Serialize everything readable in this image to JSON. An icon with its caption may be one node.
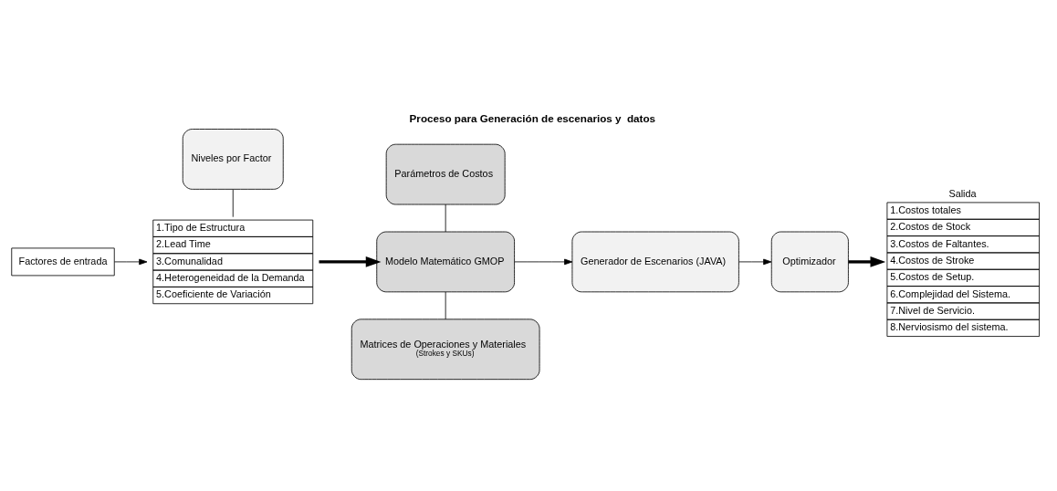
{
  "diagram": {
    "title": "Proceso para Generación de escenarios y  datos",
    "nodes": [
      {
        "text": [
          "Niveles por Factor"
        ]
      },
      {
        "text": [
          "Factores de entrada"
        ]
      },
      {
        "text": [
          "1.Tipo de Estructura",
          "2.Lead Time",
          "3.Comunalidad",
          "4.Heterogeneidad de la Demanda",
          "5.Coeficiente de Variación"
        ]
      },
      {
        "text": [
          "Parámetros de Costos"
        ]
      },
      {
        "text": [
          "Modelo Matemático GMOP"
        ]
      },
      {
        "text": [
          "Matrices de Operaciones y Materiales",
          "(Strokes y SKUs)"
        ]
      },
      {
        "text": [
          "Generador de Escenarios (JAVA)"
        ]
      },
      {
        "text": [
          "Optimizador"
        ]
      },
      {
        "text": [
          "Salida",
          "1.Costos totales",
          "2.Costos de Stock",
          "3.Costos de Faltantes.",
          "4.Costos de Stroke",
          "5.Costos de Setup.",
          "6.Complejidad del Sistema.",
          "7.Nivel de Servicio.",
          "8.Nerviosismo del sistema."
        ]
      }
    ],
    "edges": [
      {
        "from": 1,
        "to": 2,
        "arrow": "to"
      },
      {
        "from": 0,
        "to": 2,
        "arrow": "none"
      },
      {
        "from": 2,
        "to": 4,
        "arrow": "to",
        "style": "thick"
      },
      {
        "from": 3,
        "to": 4,
        "arrow": "none"
      },
      {
        "from": 4,
        "to": 5,
        "arrow": "none"
      },
      {
        "from": 4,
        "to": 6,
        "arrow": "to"
      },
      {
        "from": 6,
        "to": 7,
        "arrow": "to"
      },
      {
        "from": 7,
        "to": 8,
        "arrow": "to",
        "style": "thick"
      }
    ]
  }
}
